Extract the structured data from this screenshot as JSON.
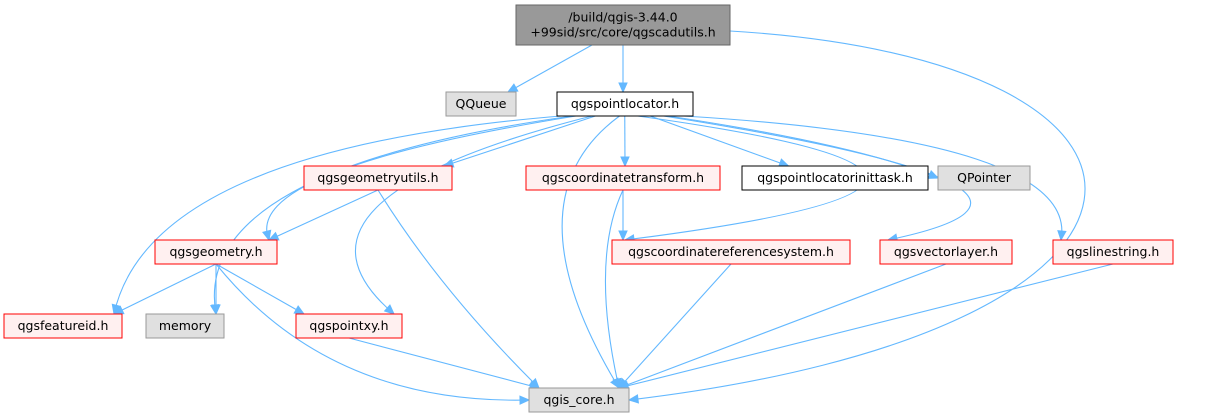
{
  "colors": {
    "root_fill": "#999999",
    "root_border": "#666666",
    "red_fill": "#fff0f0",
    "red_border": "#ff0000",
    "gray_fill": "#e0e0e0",
    "gray_border": "#999999",
    "white_fill": "#ffffff",
    "white_border": "#000000",
    "edge": "#63b8ff"
  },
  "nodes": [
    {
      "id": "root",
      "lines": [
        "/build/qgis-3.44.0",
        "+99sid/src/core/qgscadutils.h"
      ],
      "style": "root"
    },
    {
      "id": "qqueue",
      "lines": [
        "QQueue"
      ],
      "style": "gray"
    },
    {
      "id": "qgspointlocator",
      "lines": [
        "qgspointlocator.h"
      ],
      "style": "white"
    },
    {
      "id": "qgsgeometryutils",
      "lines": [
        "qgsgeometryutils.h"
      ],
      "style": "red"
    },
    {
      "id": "qgscoordinatetransform",
      "lines": [
        "qgscoordinatetransform.h"
      ],
      "style": "red"
    },
    {
      "id": "qgspointlocatorinittask",
      "lines": [
        "qgspointlocatorinittask.h"
      ],
      "style": "white"
    },
    {
      "id": "qpointer",
      "lines": [
        "QPointer"
      ],
      "style": "gray"
    },
    {
      "id": "qgsgeometry",
      "lines": [
        "qgsgeometry.h"
      ],
      "style": "red"
    },
    {
      "id": "qgscoordinatereferencesystem",
      "lines": [
        "qgscoordinatereferencesystem.h"
      ],
      "style": "red"
    },
    {
      "id": "qgsvectorlayer",
      "lines": [
        "qgsvectorlayer.h"
      ],
      "style": "red"
    },
    {
      "id": "qgslinestring",
      "lines": [
        "qgslinestring.h"
      ],
      "style": "red"
    },
    {
      "id": "qgsfeatureid",
      "lines": [
        "qgsfeatureid.h"
      ],
      "style": "red"
    },
    {
      "id": "memory",
      "lines": [
        "memory"
      ],
      "style": "gray"
    },
    {
      "id": "qgspointxy",
      "lines": [
        "qgspointxy.h"
      ],
      "style": "red"
    },
    {
      "id": "qgis_core",
      "lines": [
        "qgis_core.h"
      ],
      "style": "gray"
    }
  ],
  "edges": [
    {
      "from": "root",
      "to": "qqueue"
    },
    {
      "from": "root",
      "to": "qgspointlocator"
    },
    {
      "from": "root",
      "to": "qgis_core"
    },
    {
      "from": "qgspointlocator",
      "to": "qgsgeometryutils"
    },
    {
      "from": "qgspointlocator",
      "to": "qgscoordinatetransform"
    },
    {
      "from": "qgspointlocator",
      "to": "qgspointlocatorinittask"
    },
    {
      "from": "qgspointlocator",
      "to": "qpointer"
    },
    {
      "from": "qgspointlocator",
      "to": "qgsgeometry"
    },
    {
      "from": "qgspointlocator",
      "to": "qgscoordinatereferencesystem"
    },
    {
      "from": "qgspointlocator",
      "to": "qgsvectorlayer"
    },
    {
      "from": "qgspointlocator",
      "to": "qgslinestring"
    },
    {
      "from": "qgspointlocator",
      "to": "qgsfeatureid"
    },
    {
      "from": "qgspointlocator",
      "to": "memory"
    },
    {
      "from": "qgspointlocator",
      "to": "qgspointxy"
    },
    {
      "from": "qgspointlocator",
      "to": "qgis_core"
    },
    {
      "from": "qgsgeometryutils",
      "to": "qgsgeometry"
    },
    {
      "from": "qgsgeometryutils",
      "to": "qgis_core"
    },
    {
      "from": "qgscoordinatetransform",
      "to": "qgscoordinatereferencesystem"
    },
    {
      "from": "qgscoordinatetransform",
      "to": "qgis_core"
    },
    {
      "from": "qgsgeometry",
      "to": "qgsfeatureid"
    },
    {
      "from": "qgsgeometry",
      "to": "memory"
    },
    {
      "from": "qgsgeometry",
      "to": "qgspointxy"
    },
    {
      "from": "qgsgeometry",
      "to": "qgis_core"
    },
    {
      "from": "qgscoordinatereferencesystem",
      "to": "qgis_core"
    },
    {
      "from": "qgsvectorlayer",
      "to": "qgis_core"
    },
    {
      "from": "qgslinestring",
      "to": "qgis_core"
    },
    {
      "from": "qgspointxy",
      "to": "qgis_core"
    }
  ]
}
